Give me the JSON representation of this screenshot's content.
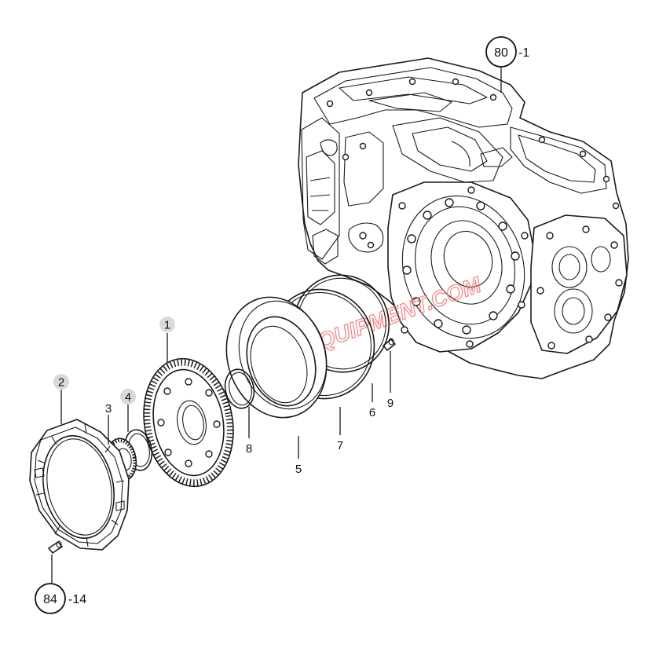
{
  "watermark": "OmaxEQUIPMENT.COM",
  "colors": {
    "line": "#1a1a1a",
    "bubble": "#d9d9d9",
    "watermark": "#e87878"
  },
  "refs": [
    {
      "id": "ref-80",
      "number": "80",
      "suffix": "-1"
    },
    {
      "id": "ref-84",
      "number": "84",
      "suffix": "-14"
    }
  ],
  "callouts": [
    {
      "id": "callout-1",
      "label": "1"
    },
    {
      "id": "callout-2",
      "label": "2"
    },
    {
      "id": "callout-3",
      "label": "3"
    },
    {
      "id": "callout-4",
      "label": "4"
    },
    {
      "id": "callout-5",
      "label": "5"
    },
    {
      "id": "callout-6",
      "label": "6"
    },
    {
      "id": "callout-7",
      "label": "7"
    },
    {
      "id": "callout-8",
      "label": "8"
    },
    {
      "id": "callout-9",
      "label": "9"
    }
  ]
}
